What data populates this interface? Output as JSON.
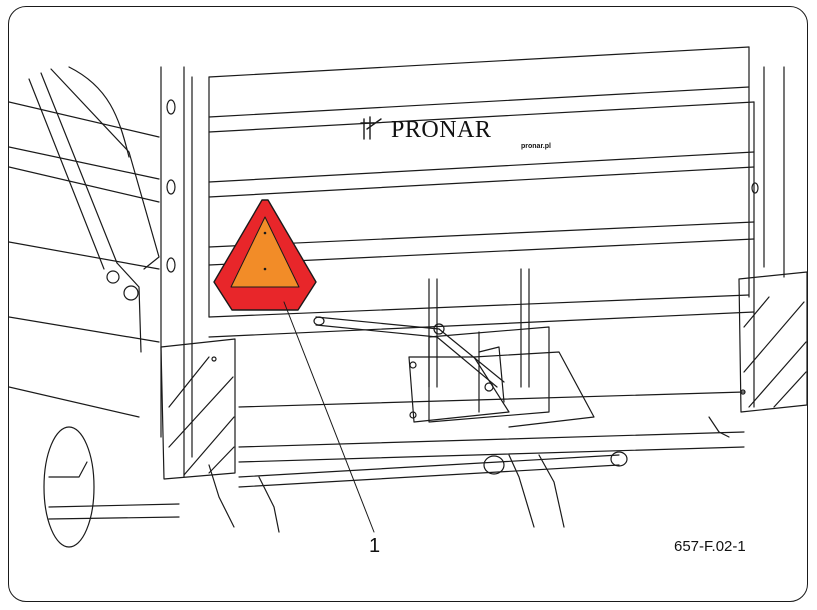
{
  "figure": {
    "callout_number": "1",
    "figure_code": "657-F.02-1"
  },
  "trailer": {
    "brand_text": "PRONAR",
    "brand_url": "pronar.pl"
  },
  "colors": {
    "triangle_outer": "#e8262a",
    "triangle_inner": "#f28c28",
    "line": "#1a1a1a"
  },
  "icons": {
    "warning_sign": "slow-moving-vehicle-triangle-icon",
    "logo": "pronar-logo-icon"
  }
}
